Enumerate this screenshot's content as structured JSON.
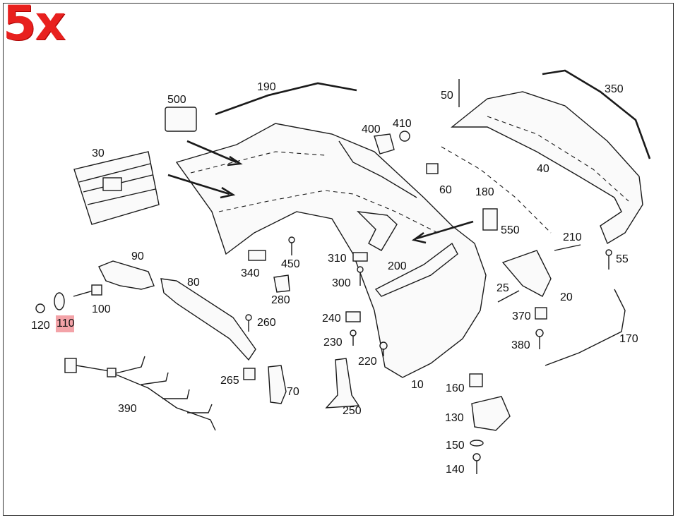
{
  "quantity_badge": "5x",
  "highlighted_part": "110",
  "part_numbers": {
    "p10": "10",
    "p20": "20",
    "p25": "25",
    "p30": "30",
    "p40": "40",
    "p50": "50",
    "p55": "55",
    "p60": "60",
    "p70": "70",
    "p80": "80",
    "p90": "90",
    "p100": "100",
    "p110": "110",
    "p120": "120",
    "p130": "130",
    "p140": "140",
    "p150": "150",
    "p160": "160",
    "p170": "170",
    "p180": "180",
    "p190": "190",
    "p200": "200",
    "p210": "210",
    "p220": "220",
    "p230": "230",
    "p240": "240",
    "p250": "250",
    "p260": "260",
    "p265": "265",
    "p280": "280",
    "p300": "300",
    "p310": "310",
    "p340": "340",
    "p350": "350",
    "p370": "370",
    "p380": "380",
    "p390": "390",
    "p400": "400",
    "p410": "410",
    "p450": "450",
    "p500": "500",
    "p550": "550"
  },
  "colors": {
    "badge": "#e8201e",
    "highlight": "#f3a3a8",
    "line": "#1a1a1a"
  }
}
